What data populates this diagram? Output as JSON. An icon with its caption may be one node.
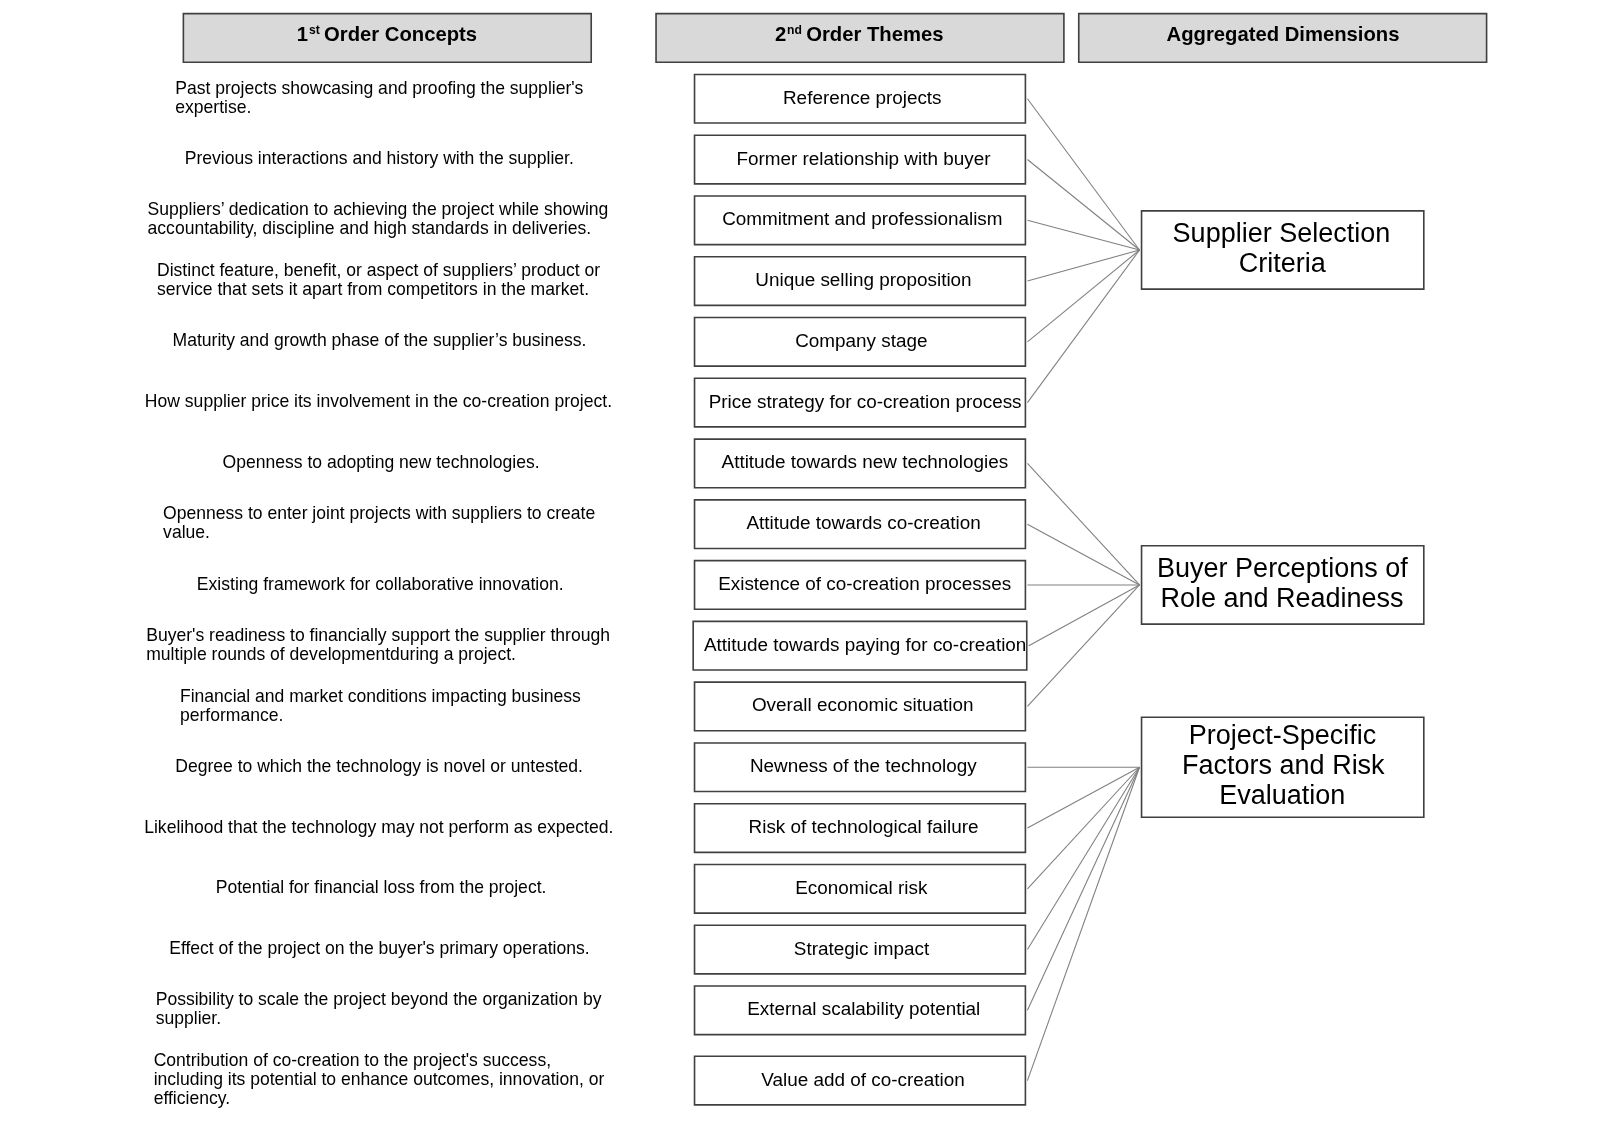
{
  "diagram": {
    "nodes": [
      {
        "text": [
          "1$^{st}$ Order Concepts"
        ]
      },
      {
        "text": [
          "2$^{nd}$ Order Themes"
        ]
      },
      {
        "text": [
          "Aggregated Dimensions"
        ]
      },
      {
        "text": [
          "Reference projects"
        ]
      },
      {
        "text": [
          "Former relationship with buyer"
        ]
      },
      {
        "text": [
          "Commitment and professionalism"
        ]
      },
      {
        "text": [
          "Unique selling proposition"
        ]
      },
      {
        "text": [
          "Company stage"
        ]
      },
      {
        "text": [
          "Price strategy for co-creation process"
        ]
      },
      {
        "text": [
          "Supplier Selection Criteria"
        ]
      },
      {
        "text": [
          "Attitude towards new technologies"
        ]
      },
      {
        "text": [
          "Attitude towards co-creation"
        ]
      },
      {
        "text": [
          "Existence of co-creation processes"
        ]
      },
      {
        "text": [
          "Attitude towards paying for co-creation"
        ]
      },
      {
        "text": [
          "Overall economic situation"
        ]
      },
      {
        "text": [
          "Buyer Perceptions of Role and Readiness"
        ]
      },
      {
        "text": [
          "Newness of the technology"
        ]
      },
      {
        "text": [
          "Risk of technological failure"
        ]
      },
      {
        "text": [
          "Economical risk"
        ]
      },
      {
        "text": [
          "Strategic impact"
        ]
      },
      {
        "text": [
          "External scalability potential"
        ]
      },
      {
        "text": [
          "Value add of co-creation"
        ]
      },
      {
        "text": [
          "Project-Specific Factors and Risk Evaluation"
        ]
      }
    ],
    "edges": [
      {
        "from": 3,
        "to": 9,
        "arrow": "none"
      },
      {
        "from": 4,
        "to": 9,
        "arrow": "none"
      },
      {
        "from": 5,
        "to": 9,
        "arrow": "none"
      },
      {
        "from": 6,
        "to": 9,
        "arrow": "none"
      },
      {
        "from": 7,
        "to": 9,
        "arrow": "none"
      },
      {
        "from": 8,
        "to": 9,
        "arrow": "none"
      },
      {
        "from": 10,
        "to": 15,
        "arrow": "none"
      },
      {
        "from": 11,
        "to": 15,
        "arrow": "none"
      },
      {
        "from": 12,
        "to": 15,
        "arrow": "none"
      },
      {
        "from": 13,
        "to": 15,
        "arrow": "none"
      },
      {
        "from": 14,
        "to": 15,
        "arrow": "none"
      },
      {
        "from": 16,
        "to": 22,
        "arrow": "none"
      },
      {
        "from": 17,
        "to": 22,
        "arrow": "none"
      },
      {
        "from": 18,
        "to": 22,
        "arrow": "none"
      },
      {
        "from": 19,
        "to": 22,
        "arrow": "none"
      },
      {
        "from": 20,
        "to": 22,
        "arrow": "none"
      },
      {
        "from": 21,
        "to": 22,
        "arrow": "none"
      }
    ],
    "labels": [
      "Past projects showcasing and proofing the supplier's expertise.",
      "Previous interactions and history with the supplier.",
      "Suppliers’ dedication to achieving the project while showing accountability, discipline and high standards in deliveries.",
      "Distinct feature, benefit, or aspect of suppliers’ product or service that sets it apart from competitors in the market.",
      "Maturity and growth phase of the supplier’s business.",
      "How supplier price its involvement in the co-creation project.",
      "Openness to adopting new technologies.",
      "Openness to enter joint projects with suppliers to create value.",
      "Existing framework for collaborative innovation.",
      "Buyer's readiness to financially support the supplier through multiple rounds of developmentduring a project.",
      "Financial and market conditions impacting business performance.",
      "Degree to which the technology is novel or untested.",
      "Likelihood that the technology may not perform as expected.",
      "Potential for financial loss from the project.",
      "Effect of the project on the buyer's primary operations.",
      "Possibility to scale the project beyond the organization by supplier.",
      "Contribution of co-creation to the project's success, including its potential to enhance outcomes, innovation, or efficiency."
    ]
  }
}
